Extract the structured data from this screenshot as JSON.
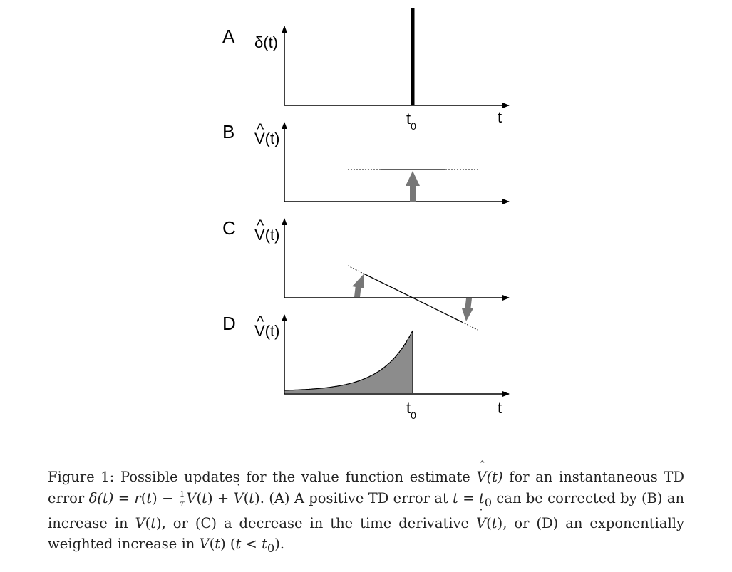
{
  "figure": {
    "panels": [
      {
        "letter": "A",
        "ylabel": "δ(t)"
      },
      {
        "letter": "B",
        "ylabel": "V(t)"
      },
      {
        "letter": "C",
        "ylabel": "V(t)"
      },
      {
        "letter": "D",
        "ylabel": "V(t)"
      }
    ],
    "ylabel_hat": "^",
    "xlabel": "t",
    "t0_base": "t",
    "t0_sub": "0"
  },
  "caption": {
    "figure_label": "Figure 1:",
    "p1": "Possible updates for the value function estimate",
    "p2": "for an instantaneous TD error",
    "p3": ". (A) A positive TD error at",
    "p4": "can be corrected by (B) an increase in",
    "p5": ", or (C) a decrease in the time derivative",
    "p6": ", or (D) an exponentially weighted increase in",
    "p7": "."
  }
}
